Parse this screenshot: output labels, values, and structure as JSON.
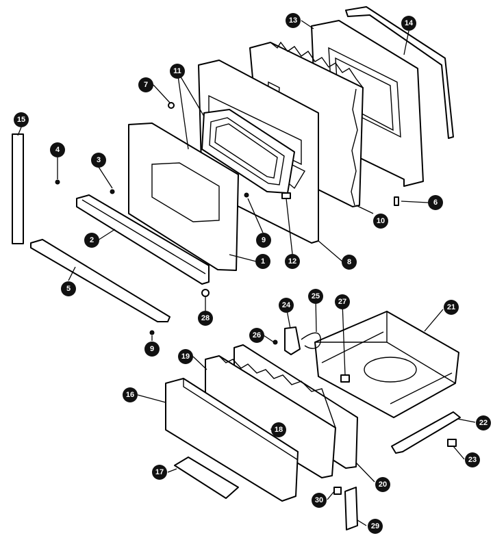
{
  "callouts": [
    "1",
    "2",
    "3",
    "4",
    "5",
    "6",
    "7",
    "8",
    "9",
    "9",
    "10",
    "11",
    "12",
    "13",
    "14",
    "15",
    "16",
    "17",
    "18",
    "19",
    "20",
    "21",
    "22",
    "23",
    "24",
    "25",
    "26",
    "27",
    "28",
    "29",
    "30"
  ]
}
